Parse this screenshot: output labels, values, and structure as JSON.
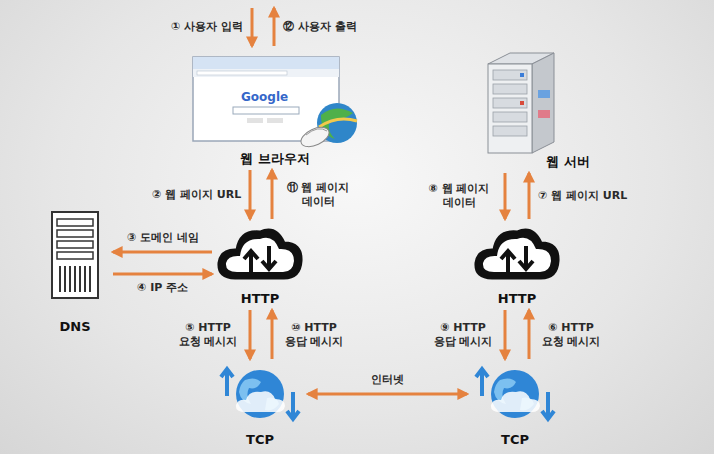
{
  "diagram": {
    "nodes": [
      {
        "text": [
          "웹 브라우저"
        ]
      },
      {
        "text": [
          "웹 서버"
        ]
      },
      {
        "text": [
          "DNS"
        ]
      },
      {
        "text": [
          "HTTP"
        ]
      },
      {
        "text": [
          "HTTP"
        ]
      },
      {
        "text": [
          "TCP"
        ]
      },
      {
        "text": [
          "TCP"
        ]
      }
    ],
    "edges": [
      {
        "from": 0,
        "to": 3,
        "arrow": "to",
        "label": "② 웹 페이지 URL"
      },
      {
        "from": 3,
        "to": 0,
        "arrow": "to",
        "label": "⑪ 웹 페이지 데이터"
      },
      {
        "from": 3,
        "to": 2,
        "arrow": "to",
        "label": "③ 도메인 네임"
      },
      {
        "from": 2,
        "to": 3,
        "arrow": "to",
        "label": "④ IP 주소"
      },
      {
        "from": 3,
        "to": 5,
        "arrow": "to",
        "label": "⑤ HTTP 요청 메시지"
      },
      {
        "from": 5,
        "to": 3,
        "arrow": "to",
        "label": "⑩ HTTP 응답 메시지"
      },
      {
        "from": 5,
        "to": 6,
        "arrow": "both",
        "label": "인터넷"
      },
      {
        "from": 6,
        "to": 4,
        "arrow": "to",
        "label": "⑥ HTTP 요청 메시지"
      },
      {
        "from": 4,
        "to": 6,
        "arrow": "to",
        "label": "⑨ HTTP 응답 메시지"
      },
      {
        "from": 4,
        "to": 1,
        "arrow": "to",
        "label": "⑦ 웹 페이지 URL"
      },
      {
        "from": 1,
        "to": 4,
        "arrow": "to",
        "label": "⑧ 웹 페이지 데이터"
      }
    ],
    "labels": [
      "① 사용자 입력",
      "⑫ 사용자 출력",
      "Google"
    ]
  }
}
